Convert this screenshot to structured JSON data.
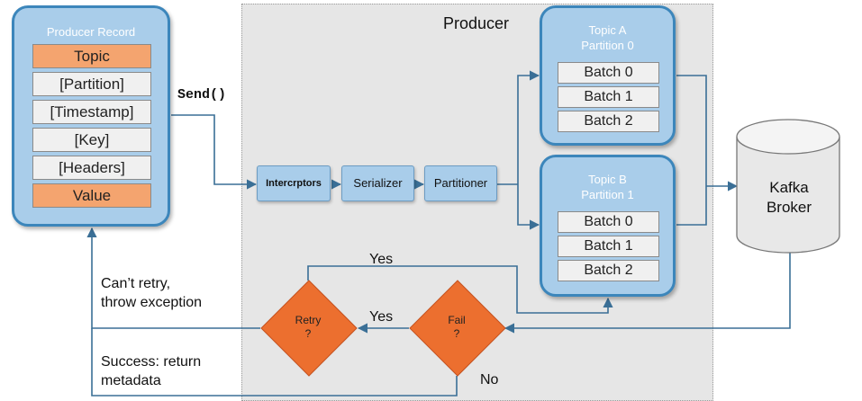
{
  "producer_label": "Producer",
  "send_label": "Send()",
  "record": {
    "title": "Producer Record",
    "fields": [
      "Topic",
      "[Partition]",
      "[Timestamp]",
      "[Key]",
      "[Headers]",
      "Value"
    ]
  },
  "stages": [
    "Intercrptors",
    "Serializer",
    "Partitioner"
  ],
  "topic_a": {
    "title_line1": "Topic A",
    "title_line2": "Partition 0",
    "batches": [
      "Batch 0",
      "Batch 1",
      "Batch 2"
    ]
  },
  "topic_b": {
    "title_line1": "Topic B",
    "title_line2": "Partition 1",
    "batches": [
      "Batch 0",
      "Batch 1",
      "Batch 2"
    ]
  },
  "broker": {
    "line1": "Kafka",
    "line2": "Broker"
  },
  "fail": {
    "line1": "Fail",
    "line2": "?"
  },
  "retry": {
    "line1": "Retry",
    "line2": "?"
  },
  "edges": {
    "yes_top": "Yes",
    "yes_mid": "Yes",
    "no": "No"
  },
  "notes": {
    "cant_retry_line1": "Can’t retry,",
    "cant_retry_line2": "throw exception",
    "success_line1": "Success: return",
    "success_line2": "metadata"
  },
  "colors": {
    "panel_fill": "#a9cdea",
    "panel_border": "#3c86bb",
    "highlight": "#f4a46f",
    "decision": "#ec6f2f",
    "edge": "#3a6f96"
  }
}
